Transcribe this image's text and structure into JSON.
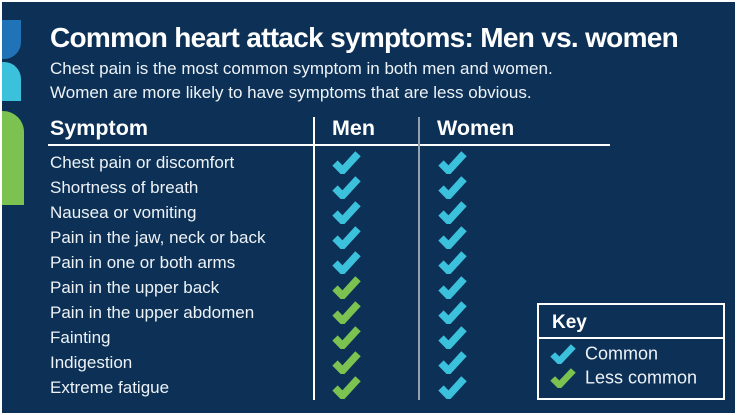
{
  "colors": {
    "background": "#0D3156",
    "common_check": "#3CC1DD",
    "less_common_check": "#7BC251",
    "decorative_blue": "#2173B8",
    "divider_gray": "#94A2B0",
    "text_white": "#FFFFFF"
  },
  "header": {
    "title": "Common heart attack symptoms: Men vs. women",
    "subtitle_line1": "Chest pain is the most common symptom in both men and women.",
    "subtitle_line2": "Women are more likely to have symptoms that are less obvious."
  },
  "chart_data": {
    "type": "table",
    "title": "Common heart attack symptoms: Men vs. women",
    "columns": [
      "Symptom",
      "Men",
      "Women"
    ],
    "rows": [
      {
        "symptom": "Chest pain or discomfort",
        "men": "common",
        "women": "common"
      },
      {
        "symptom": "Shortness of breath",
        "men": "common",
        "women": "common"
      },
      {
        "symptom": "Nausea or vomiting",
        "men": "common",
        "women": "common"
      },
      {
        "symptom": "Pain in the jaw, neck or back",
        "men": "common",
        "women": "common"
      },
      {
        "symptom": "Pain in one or both arms",
        "men": "common",
        "women": "common"
      },
      {
        "symptom": "Pain in the upper back",
        "men": "less_common",
        "women": "common"
      },
      {
        "symptom": "Pain in the upper abdomen",
        "men": "less_common",
        "women": "common"
      },
      {
        "symptom": "Fainting",
        "men": "less_common",
        "women": "common"
      },
      {
        "symptom": "Indigestion",
        "men": "less_common",
        "women": "common"
      },
      {
        "symptom": "Extreme fatigue",
        "men": "less_common",
        "women": "common"
      }
    ],
    "legend": [
      {
        "label": "Common",
        "value": "common",
        "color": "#3CC1DD"
      },
      {
        "label": "Less common",
        "value": "less_common",
        "color": "#7BC251"
      }
    ],
    "legend_position": "bottom-right"
  },
  "key": {
    "title": "Key"
  }
}
